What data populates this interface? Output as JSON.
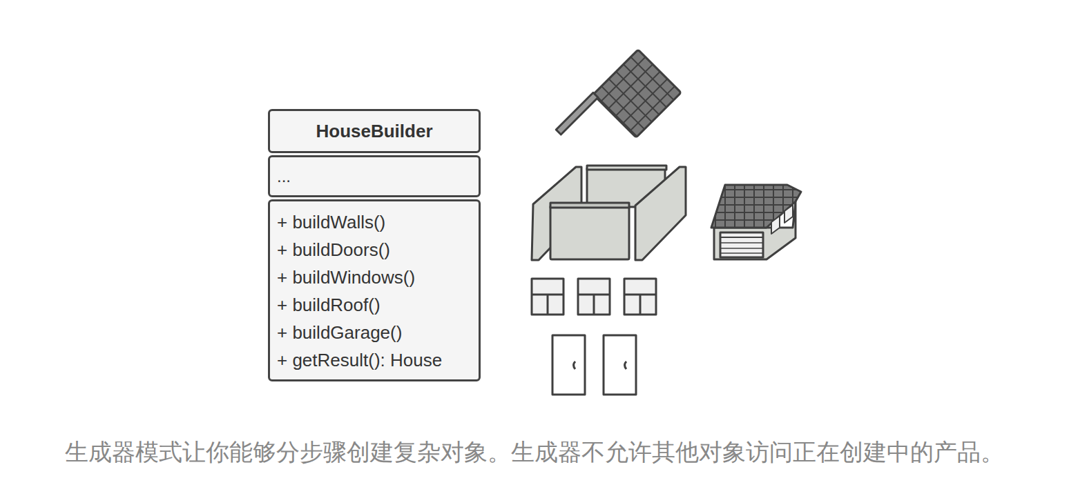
{
  "diagram": {
    "caption": "生成器模式让你能够分步骤创建复杂对象。生成器不允许其他对象访问正在创建中的产品。",
    "nodes": [
      {
        "text": [
          "HouseBuilder",
          "...",
          "+ buildWalls()",
          "+ buildDoors()",
          "+ buildWindows()",
          "+ buildRoof()",
          "+ buildGarage()",
          "+ getResult(): House"
        ]
      }
    ]
  }
}
